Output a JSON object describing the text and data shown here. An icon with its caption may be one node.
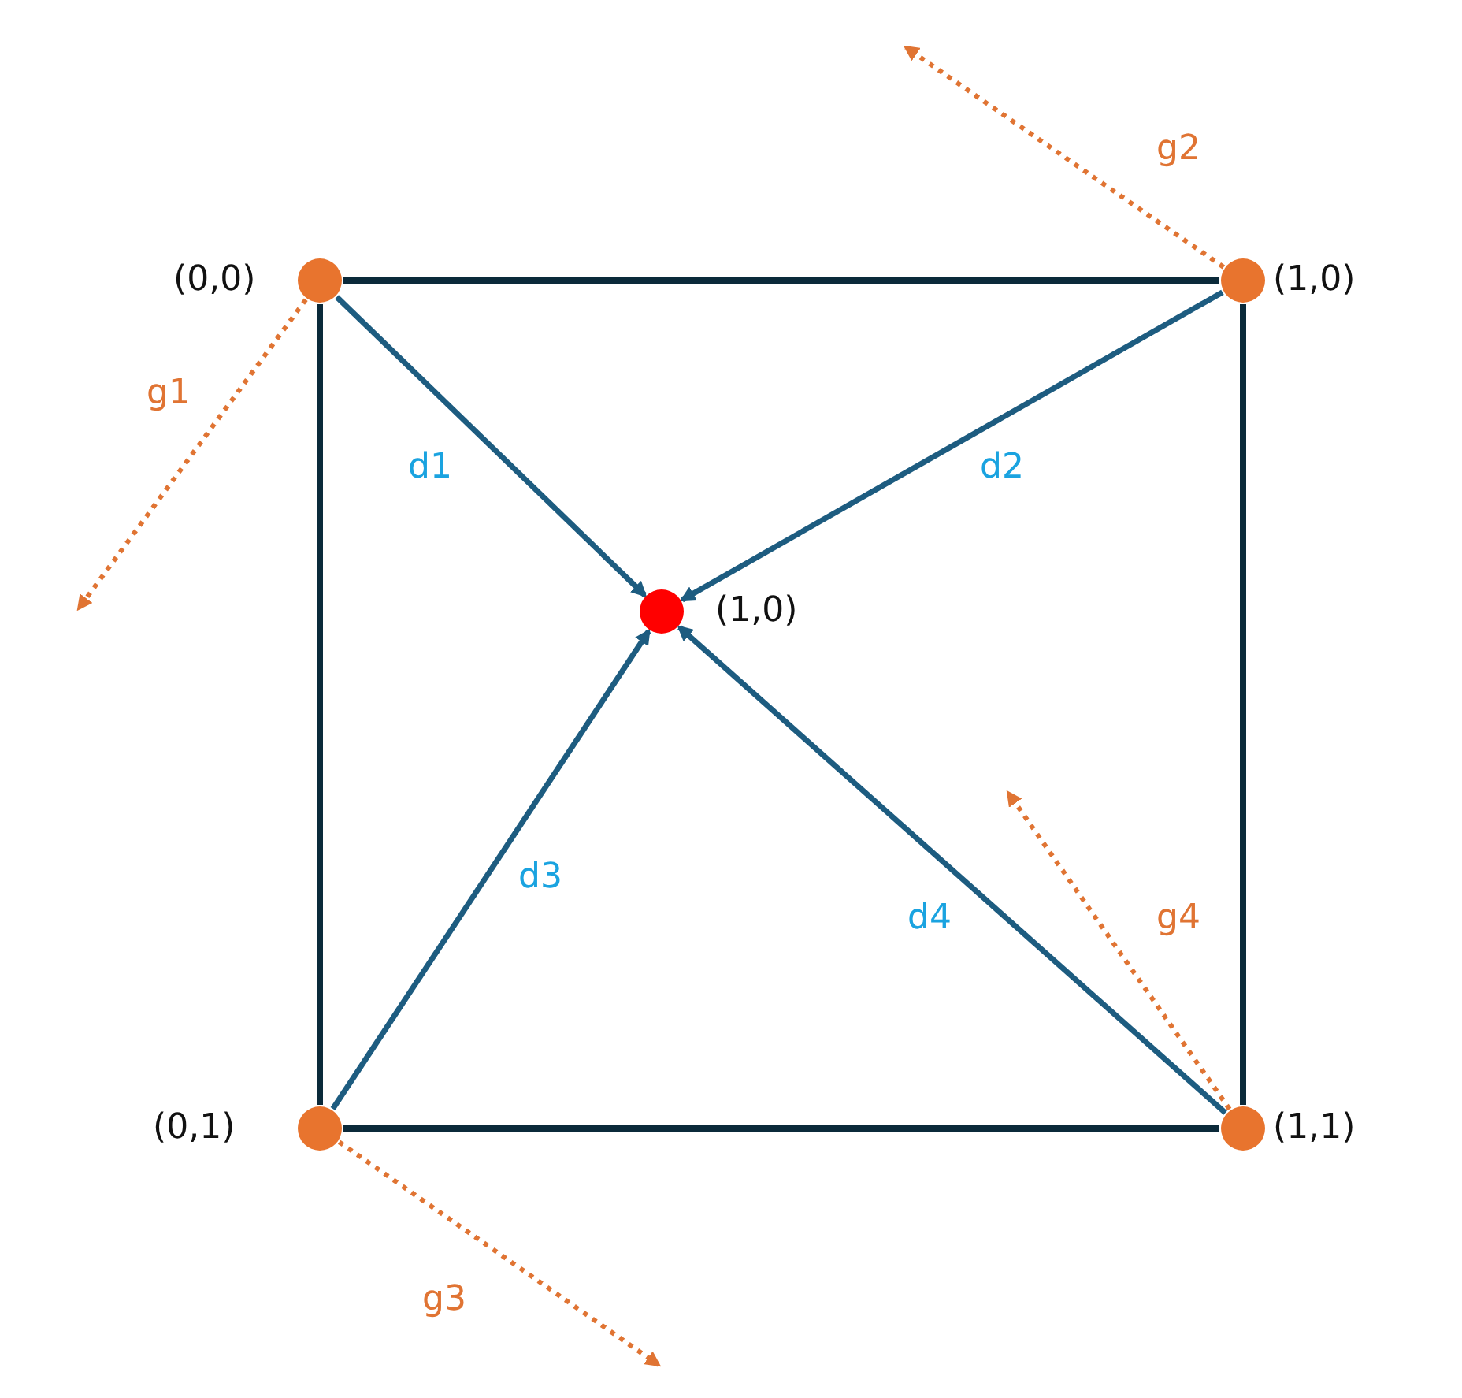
{
  "diagram": {
    "nodes": [
      {
        "text": [],
        "shape": "circle",
        "beside": [
          "(0,0)"
        ]
      },
      {
        "text": [],
        "shape": "circle",
        "beside": [
          "(1,0)"
        ]
      },
      {
        "text": [],
        "shape": "circle",
        "beside": [
          "(1,0)"
        ]
      },
      {
        "text": [],
        "shape": "circle",
        "beside": [
          "(0,1)"
        ]
      },
      {
        "text": [],
        "shape": "circle",
        "beside": [
          "(1,1)"
        ]
      }
    ],
    "edges": [
      {
        "from": 0,
        "to": 1,
        "arrow": "none"
      },
      {
        "from": 1,
        "to": 4,
        "arrow": "none"
      },
      {
        "from": 3,
        "to": 4,
        "arrow": "none"
      },
      {
        "from": 0,
        "to": 3,
        "arrow": "none"
      },
      {
        "from": 0,
        "to": 2,
        "arrow": "to",
        "label": "d1",
        "color": "#1d5c80"
      },
      {
        "from": 1,
        "to": 2,
        "arrow": "to",
        "label": "d2",
        "color": "#1d5c80"
      },
      {
        "from": 3,
        "to": 2,
        "arrow": "to",
        "label": "d3",
        "color": "#1d5c80"
      },
      {
        "from": 4,
        "to": 2,
        "arrow": "to",
        "label": "d4",
        "color": "#1d5c80"
      },
      {
        "from": 0,
        "to": null,
        "arrow": "to",
        "label": "g1",
        "style": "dashed",
        "color": "#e07433"
      },
      {
        "from": 1,
        "to": null,
        "arrow": "to",
        "label": "g2",
        "style": "dashed",
        "color": "#e07433"
      },
      {
        "from": 3,
        "to": null,
        "arrow": "to",
        "label": "g3",
        "style": "dashed",
        "color": "#e07433"
      },
      {
        "from": 4,
        "to": null,
        "arrow": "to",
        "label": "g4",
        "style": "dashed",
        "color": "#e07433"
      }
    ]
  }
}
